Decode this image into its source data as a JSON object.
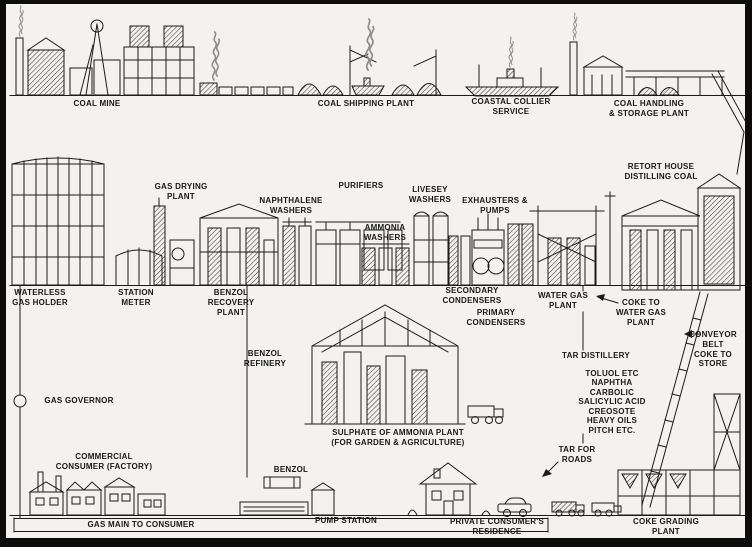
{
  "diagram": {
    "labels": {
      "coal_mine": "COAL MINE",
      "coal_shipping_plant": "COAL SHIPPING PLANT",
      "coastal_collier_service": "COASTAL COLLIER\nSERVICE",
      "coal_handling_storage_plant": "COAL HANDLING\n& STORAGE PLANT",
      "retort_house": "RETORT HOUSE\nDISTILLING COAL",
      "gas_drying_plant": "GAS DRYING\nPLANT",
      "naphthalene_washers": "NAPHTHALENE\nWASHERS",
      "purifiers": "PURIFIERS",
      "livesey_washers": "LIVESEY\nWASHERS",
      "ammonia_washers": "AMMONIA\nWASHERS",
      "exhausters_pumps": "EXHAUSTERS &\nPUMPS",
      "waterless_gas_holder": "WATERLESS\nGAS HOLDER",
      "station_meter": "STATION\nMETER",
      "benzol_recovery_plant": "BENZOL\nRECOVERY\nPLANT",
      "secondary_condensers": "SECONDARY\nCONDENSERS",
      "primary_condensers": "PRIMARY\nCONDENSERS",
      "water_gas_plant": "WATER GAS\nPLANT",
      "coke_to_water_gas_plant": "COKE TO\nWATER GAS\nPLANT",
      "conveyor_belt_coke_to_store": "CONVEYOR\nBELT\nCOKE TO\nSTORE",
      "tar_distillery": "TAR DISTILLERY",
      "tar_products": "TOLUOL ETC\nNAPHTHA\nCARBOLIC\nSALICYLIC ACID\nCREOSOTE\nHEAVY OILS\nPITCH ETC.",
      "benzol_refinery": "BENZOL\nREFINERY",
      "gas_governor": "GAS GOVERNOR",
      "sulphate_of_ammonia_plant": "SULPHATE OF AMMONIA PLANT\n(FOR GARDEN & AGRICULTURE)",
      "tar_for_roads": "TAR FOR\nROADS",
      "commercial_consumer": "COMMERCIAL\nCONSUMER (FACTORY)",
      "benzol": "BENZOL",
      "gas_main_to_consumer": "GAS MAIN TO CONSUMER",
      "pump_station": "PUMP STATION",
      "private_consumers_residence": "PRIVATE CONSUMER'S\nRESIDENCE",
      "coke_grading_plant": "COKE GRADING\nPLANT"
    },
    "colors": {
      "ink": "#1b1b1b",
      "paper": "#f3f2ee",
      "frame": "#0c0c0c",
      "smoke": "#8d8d8d"
    }
  }
}
